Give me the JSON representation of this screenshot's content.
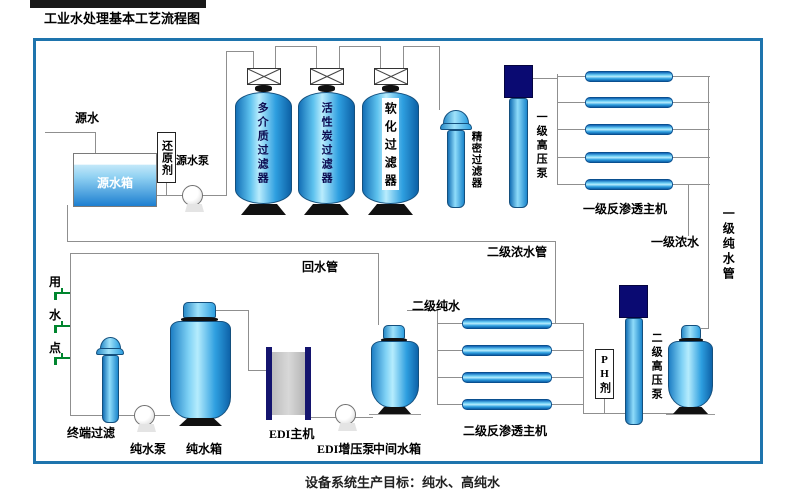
{
  "page": {
    "title": "工业水处理基本工艺流程图",
    "caption": "设备系统生产目标：纯水、高纯水"
  },
  "colors": {
    "frame_border": "#1e74ad",
    "pipe_gray": "#8f8f8f",
    "tank_blue_light": "#b9ecfd",
    "tank_blue_dark": "#0d61a6",
    "pump_navy": "#0a0a72",
    "faucet_green": "#00852e",
    "edi_gray": "#c4c4c4"
  },
  "labels": {
    "source_water": "源水",
    "source_tank": "源水箱",
    "reducing_agent": "还原剂",
    "source_pump": "源水泵",
    "multimedia_filter": "多介质过滤器",
    "carbon_filter": "活性炭过滤器",
    "softening_filter": "软化过滤器",
    "precision_filter": "精密过滤器",
    "hp_pump_1": "一级高压泵",
    "ro_unit_1": "一级反渗透主机",
    "concentrate_1": "一级浓水",
    "pure_water_pipe_1": "一级纯水管",
    "concentrate_pipe_2": "二级浓水管",
    "return_pipe": "回水管",
    "pure_water_2": "二级纯水",
    "use_point": [
      "用",
      "水",
      "点"
    ],
    "terminal_filter": "终端过滤",
    "pure_water_pump": "纯水泵",
    "pure_water_tank": "纯水箱",
    "edi_unit": "EDI主机",
    "edi_booster_pump": "EDI增压泵",
    "middle_tank": "中间水箱",
    "ro_unit_2": "二级反渗透主机",
    "ph_agent": "PH剂",
    "hp_pump_2": "二级高压泵"
  }
}
